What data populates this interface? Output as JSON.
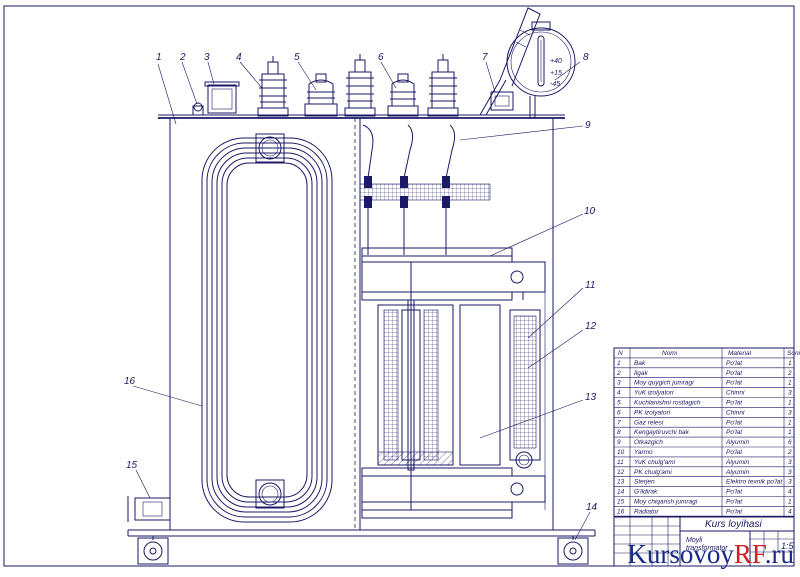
{
  "callouts": [
    "1",
    "2",
    "3",
    "4",
    "5",
    "6",
    "7",
    "8",
    "9",
    "10",
    "11",
    "12",
    "13",
    "14",
    "15",
    "16"
  ],
  "gauge_marks": [
    "+40",
    "+15",
    "-45"
  ],
  "spec_table": {
    "headers": [
      "N",
      "Nomi",
      "Material",
      "Soni"
    ],
    "rows": [
      {
        "n": "1",
        "name": "Bak",
        "material": "Po'lat",
        "qty": "1"
      },
      {
        "n": "2",
        "name": "Ilgak",
        "material": "Po'lat",
        "qty": "2"
      },
      {
        "n": "3",
        "name": "Moy quygich jumragi",
        "material": "Po'lat",
        "qty": "1"
      },
      {
        "n": "4",
        "name": "YuK izolyatori",
        "material": "Chinni",
        "qty": "3"
      },
      {
        "n": "5",
        "name": "Kuchlanishni rostlagich",
        "material": "Po'lat",
        "qty": "1"
      },
      {
        "n": "6",
        "name": "PK izolyatori",
        "material": "Chinni",
        "qty": "3"
      },
      {
        "n": "7",
        "name": "Gaz relesi",
        "material": "Po'lat",
        "qty": "1"
      },
      {
        "n": "8",
        "name": "Kengaytiruvchi bak",
        "material": "Po'lat",
        "qty": "1"
      },
      {
        "n": "9",
        "name": "Otkazgich",
        "material": "Alyumin",
        "qty": "6"
      },
      {
        "n": "10",
        "name": "Yarmo",
        "material": "Po'lat",
        "qty": "2"
      },
      {
        "n": "11",
        "name": "YuK chulg'ami",
        "material": "Alyumin",
        "qty": "3"
      },
      {
        "n": "12",
        "name": "PK chulg'ami",
        "material": "Alyumin",
        "qty": "3"
      },
      {
        "n": "13",
        "name": "Sterjen",
        "material": "Elektro texnik po'lat",
        "qty": "3"
      },
      {
        "n": "14",
        "name": "G'ildirak",
        "material": "Po'lat",
        "qty": "4"
      },
      {
        "n": "15",
        "name": "Moy chiqarish jumragi",
        "material": "Po'lat",
        "qty": "1"
      },
      {
        "n": "16",
        "name": "Radiator",
        "material": "Po'lat",
        "qty": "4"
      }
    ]
  },
  "title_block": {
    "title": "Kurs loyihasi",
    "subtitle_line1": "Moyli",
    "subtitle_line2": "transformator",
    "scale": "1:5"
  },
  "watermark": {
    "part1": "Kursovoy",
    "part2": "RF",
    "part3": ".ru"
  }
}
